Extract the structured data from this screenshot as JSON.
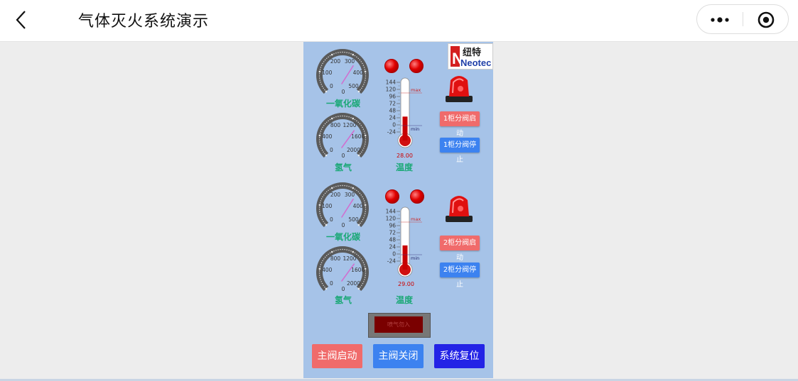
{
  "header": {
    "title": "气体灭火系统演示"
  },
  "logo": {
    "top": "纽特",
    "bottom": "Neotec"
  },
  "cabinets": [
    {
      "co_gauge": {
        "label": "一氧化碳",
        "ticks": [
          "0",
          "100",
          "200",
          "300",
          "400",
          "500"
        ],
        "inner_zero": "0",
        "value": 340
      },
      "h2_gauge": {
        "label": "氢气",
        "ticks": [
          "0",
          "400",
          "800",
          "1200",
          "1600",
          "2000"
        ],
        "inner_zero": "0",
        "value": 1400
      },
      "thermometer": {
        "label": "温度",
        "reading": "28.00",
        "value": 28,
        "ticks": [
          "144",
          "120",
          "96",
          "72",
          "48",
          "24",
          "0",
          "-24"
        ],
        "max_label": "max",
        "min_label": "min"
      },
      "start_label": "1柜分阀启动",
      "stop_label": "1柜分阀停止"
    },
    {
      "co_gauge": {
        "label": "一氧化碳",
        "ticks": [
          "0",
          "100",
          "200",
          "300",
          "400",
          "500"
        ],
        "inner_zero": "0",
        "value": 340
      },
      "h2_gauge": {
        "label": "氢气",
        "ticks": [
          "0",
          "400",
          "800",
          "1200",
          "1600",
          "2000"
        ],
        "inner_zero": "0",
        "value": 1400
      },
      "thermometer": {
        "label": "温度",
        "reading": "29.00",
        "value": 29,
        "ticks": [
          "144",
          "120",
          "96",
          "72",
          "48",
          "24",
          "0",
          "-24"
        ],
        "max_label": "max",
        "min_label": "min"
      },
      "start_label": "2柜分阀启动",
      "stop_label": "2柜分阀停止"
    }
  ],
  "gas_alert": {
    "label": "喷气勿入"
  },
  "main_buttons": {
    "open": "主阀启动",
    "close": "主阀关闭",
    "reset": "系统复位"
  },
  "colors": {
    "panel": "#a6c3e8",
    "label_green": "#1aa876",
    "btn_red": "#f06b6b",
    "btn_blue": "#3c82f0",
    "btn_dark_blue": "#2323e6"
  }
}
